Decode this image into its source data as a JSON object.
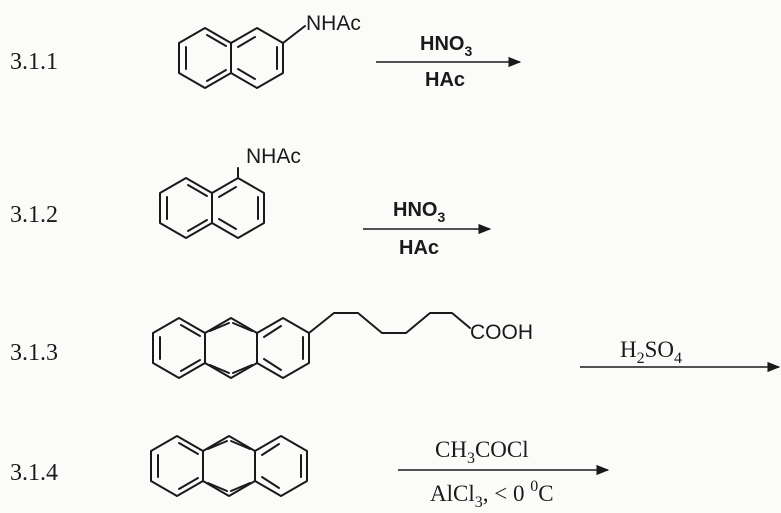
{
  "reactions": [
    {
      "number": "3.1.1",
      "substituent": "NHAc",
      "reagent_top": "HNO",
      "reagent_top_sub": "3",
      "reagent_bottom": "HAc"
    },
    {
      "number": "3.1.2",
      "substituent": "NHAc",
      "reagent_top": "HNO",
      "reagent_top_sub": "3",
      "reagent_bottom": "HAc"
    },
    {
      "number": "3.1.3",
      "substituent": "COOH",
      "reagent_top": "H",
      "reagent_top_sub1": "2",
      "reagent_top_mid": "SO",
      "reagent_top_sub2": "4"
    },
    {
      "number": "3.1.4",
      "reagent_top": "CH",
      "reagent_top_sub1": "3",
      "reagent_top_mid": "COCl",
      "reagent_bottom": "AlCl",
      "reagent_bottom_sub": "3",
      "reagent_bottom_mid": ", < 0 ",
      "reagent_bottom_sup": "0",
      "reagent_bottom_end": "C"
    }
  ]
}
